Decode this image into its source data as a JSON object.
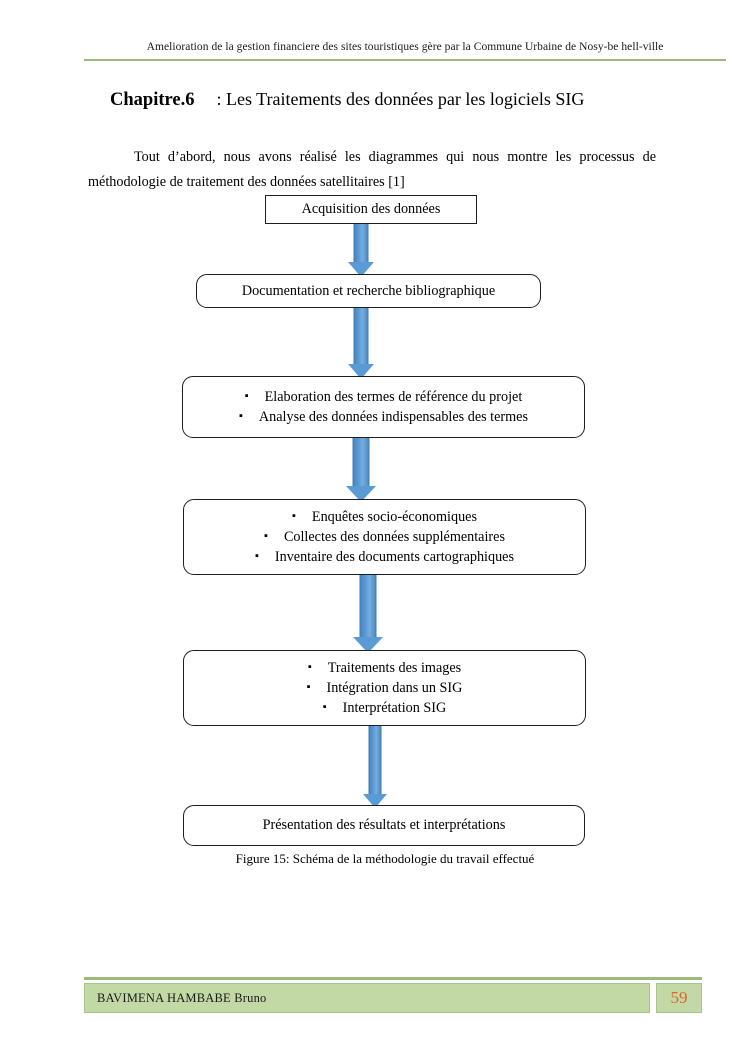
{
  "header": {
    "running_title": "Amelioration de la gestion financiere des sites touristiques gère par la Commune Urbaine de Nosy-be hell-ville",
    "rule_color": "#9bbb7a"
  },
  "chapter": {
    "number_label": "Chapitre.6",
    "title_rest": ": Les Traitements des données par les logiciels SIG"
  },
  "body": {
    "intro_paragraph": "Tout d’abord, nous avons réalisé les diagrammes qui nous montre les processus de méthodologie de traitement des données satellitaires [1]"
  },
  "figure": {
    "caption": "Figure 15: Schéma de la  méthodologie du travail effectué",
    "arrow_color": "#5b9bd5",
    "box_border_color": "#1f1f1f",
    "bullet_glyph": "▪",
    "boxes": [
      {
        "id": "acquisition",
        "shape": "square",
        "lines": [
          {
            "bullet": false,
            "text": "Acquisition des données"
          }
        ]
      },
      {
        "id": "documentation",
        "shape": "rounded",
        "lines": [
          {
            "bullet": false,
            "text": "Documentation et recherche bibliographique"
          }
        ]
      },
      {
        "id": "elaboration",
        "shape": "rounded",
        "lines": [
          {
            "bullet": true,
            "text": "Elaboration des termes de référence du projet"
          },
          {
            "bullet": true,
            "text": "Analyse des données indispensables des termes"
          }
        ]
      },
      {
        "id": "enquetes",
        "shape": "rounded",
        "lines": [
          {
            "bullet": true,
            "text": "Enquêtes socio-économiques"
          },
          {
            "bullet": true,
            "text": "Collectes des données supplémentaires"
          },
          {
            "bullet": true,
            "text": "Inventaire des documents cartographiques"
          }
        ]
      },
      {
        "id": "traitements",
        "shape": "rounded",
        "lines": [
          {
            "bullet": true,
            "text": "Traitements des images"
          },
          {
            "bullet": true,
            "text": "Intégration dans un SIG"
          },
          {
            "bullet": true,
            "text": "Interprétation SIG"
          }
        ]
      },
      {
        "id": "presentation",
        "shape": "rounded",
        "lines": [
          {
            "bullet": false,
            "text": "Présentation des résultats et interprétations"
          }
        ]
      }
    ]
  },
  "footer": {
    "author": "BAVIMENA HAMBABE Bruno",
    "page_number": "59",
    "bar_color": "#c3d9a5",
    "page_number_color": "#e2622c"
  }
}
